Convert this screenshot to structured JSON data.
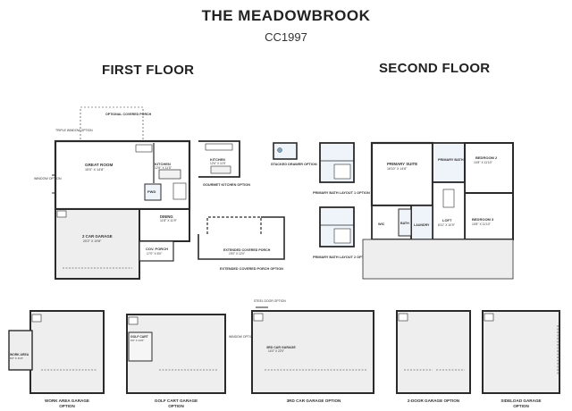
{
  "header": {
    "title": "THE MEADOWBROOK",
    "code": "CC1997"
  },
  "floors": {
    "first": "FIRST FLOOR",
    "second": "SECOND FLOOR"
  },
  "first_floor_rooms": {
    "great_room": "GREAT ROOM",
    "great_room_dim": "15'0\" X 14'8\"",
    "kitchen": "KITCHEN",
    "kitchen_dim": "12'6\" X 11'5\"",
    "dining": "DINING",
    "dining_dim": "11'8\" X 11'9\"",
    "garage": "2 CAR GARAGE",
    "garage_dim": "20'2\" X 19'8\"",
    "porch": "COV. PORCH",
    "porch_dim": "17'0\" X 6'0\"",
    "pwd": "PWD",
    "optional_porch": "OPTIONAL COVERED PORCH",
    "window_option": "WINDOW OPTION",
    "triple_window": "TRIPLE WINDOW OPTION"
  },
  "first_floor_options": {
    "gourmet_kitchen": "GOURMET KITCHEN OPTION",
    "kitchen": "KITCHEN",
    "kitchen_dim": "12'6\" X 11'5\"",
    "stacked_drawer": "STACKED DRAWER OPTION",
    "extended_porch_inner": "EXTENDED COVERED PORCH",
    "extended_porch_inner_dim": "19'0\" X 12'0\"",
    "extended_porch": "EXTENDED COVERED PORCH OPTION"
  },
  "second_floor_rooms": {
    "primary_suite": "PRIMARY SUITE",
    "primary_suite_dim": "16'10\" X 14'8\"",
    "primary_bath": "PRIMARY BATH",
    "bedroom2": "BEDROOM 2",
    "bedroom2_dim": "10'8\" X 11'10\"",
    "bedroom3": "BEDROOM 3",
    "bedroom3_dim": "10'8\" X 11'10\"",
    "loft": "LOFT",
    "loft_dim": "8'11\" X 10'9\"",
    "laundry": "LAUNDRY",
    "bath": "BATH",
    "wic": "WIC",
    "bath_layout_1": "PRIMARY BATH LAYOUT 1 OPTION",
    "bath_layout_2": "PRIMARY BATH LAYOUT 2 OPTION"
  },
  "garage_options": [
    {
      "inner": "WORK AREA",
      "inner_dim": "6'0\" X 11'0\"",
      "caption": "WORK AREA GARAGE OPTION"
    },
    {
      "inner": "GOLF CART",
      "inner_dim": "6'0\" X 14'0\"",
      "caption": "GOLF CART GARAGE OPTION",
      "side_note": "WINDOW OPTION"
    },
    {
      "inner": "3RD CAR GARAGE",
      "inner_dim": "14'0\" X 22'0\"",
      "caption": "3RD CAR GARAGE OPTION",
      "top_note": "STEEL DOOR OPTION"
    },
    {
      "inner": "",
      "inner_dim": "",
      "caption": "2-DOOR GARAGE OPTION"
    },
    {
      "inner": "",
      "inner_dim": "",
      "caption": "SIDELOAD GARAGE OPTION"
    }
  ],
  "colors": {
    "wall": "#2a2a2a",
    "floor": "#ffffff",
    "garage_fill": "#eeeeef",
    "accent_blue": "#7fa6c7"
  }
}
